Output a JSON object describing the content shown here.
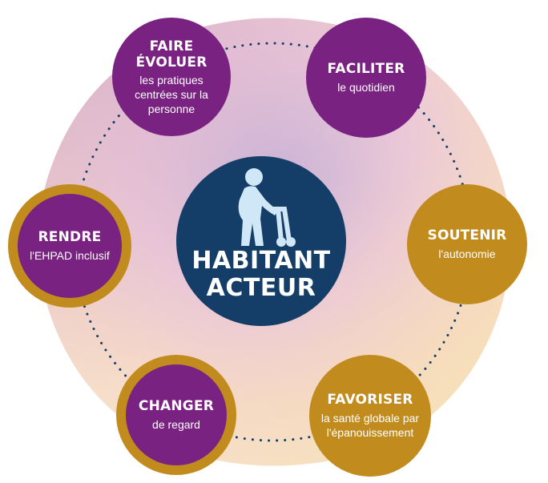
{
  "center": {
    "line1": "HABITANT",
    "line2": "ACTEUR",
    "icon": "person-with-walker-icon"
  },
  "bubbles": [
    {
      "title": "FAIRE ÉVOLUER",
      "title_line1": "FAIRE",
      "title_line2": "ÉVOLUER",
      "sub_line1": "les pratiques",
      "sub_line2": "centrées sur la",
      "sub_line3": "personne"
    },
    {
      "title": "FACILITER",
      "sub_line1": "le quotidien"
    },
    {
      "title": "SOUTENIR",
      "sub_line1": "l'autonomie"
    },
    {
      "title": "FAVORISER",
      "sub_line1": "la santé globale par",
      "sub_line2": "l'épanouissement"
    },
    {
      "title": "CHANGER",
      "sub_line1": "de regard"
    },
    {
      "title": "RENDRE",
      "sub_line1": "l'EHPAD inclusif"
    }
  ],
  "colors": {
    "purple": "#7a2281",
    "gold": "#c28b1e",
    "navy": "#143e67"
  }
}
